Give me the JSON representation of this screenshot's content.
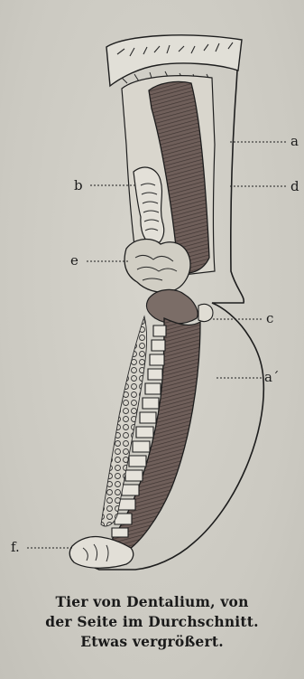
{
  "labels": {
    "a": "a",
    "b": "b",
    "d": "d",
    "e": "e",
    "c": "c",
    "a2": "a´",
    "f": "f."
  },
  "caption": {
    "line1": "Tier von Dentalium, von",
    "line2": "der Seite im Durchschnitt.",
    "line3": "Etwas vergrößert."
  },
  "colors": {
    "background": "#cfcdc5",
    "ink": "#1b1b1b",
    "muscle": "#6f5f5a"
  }
}
